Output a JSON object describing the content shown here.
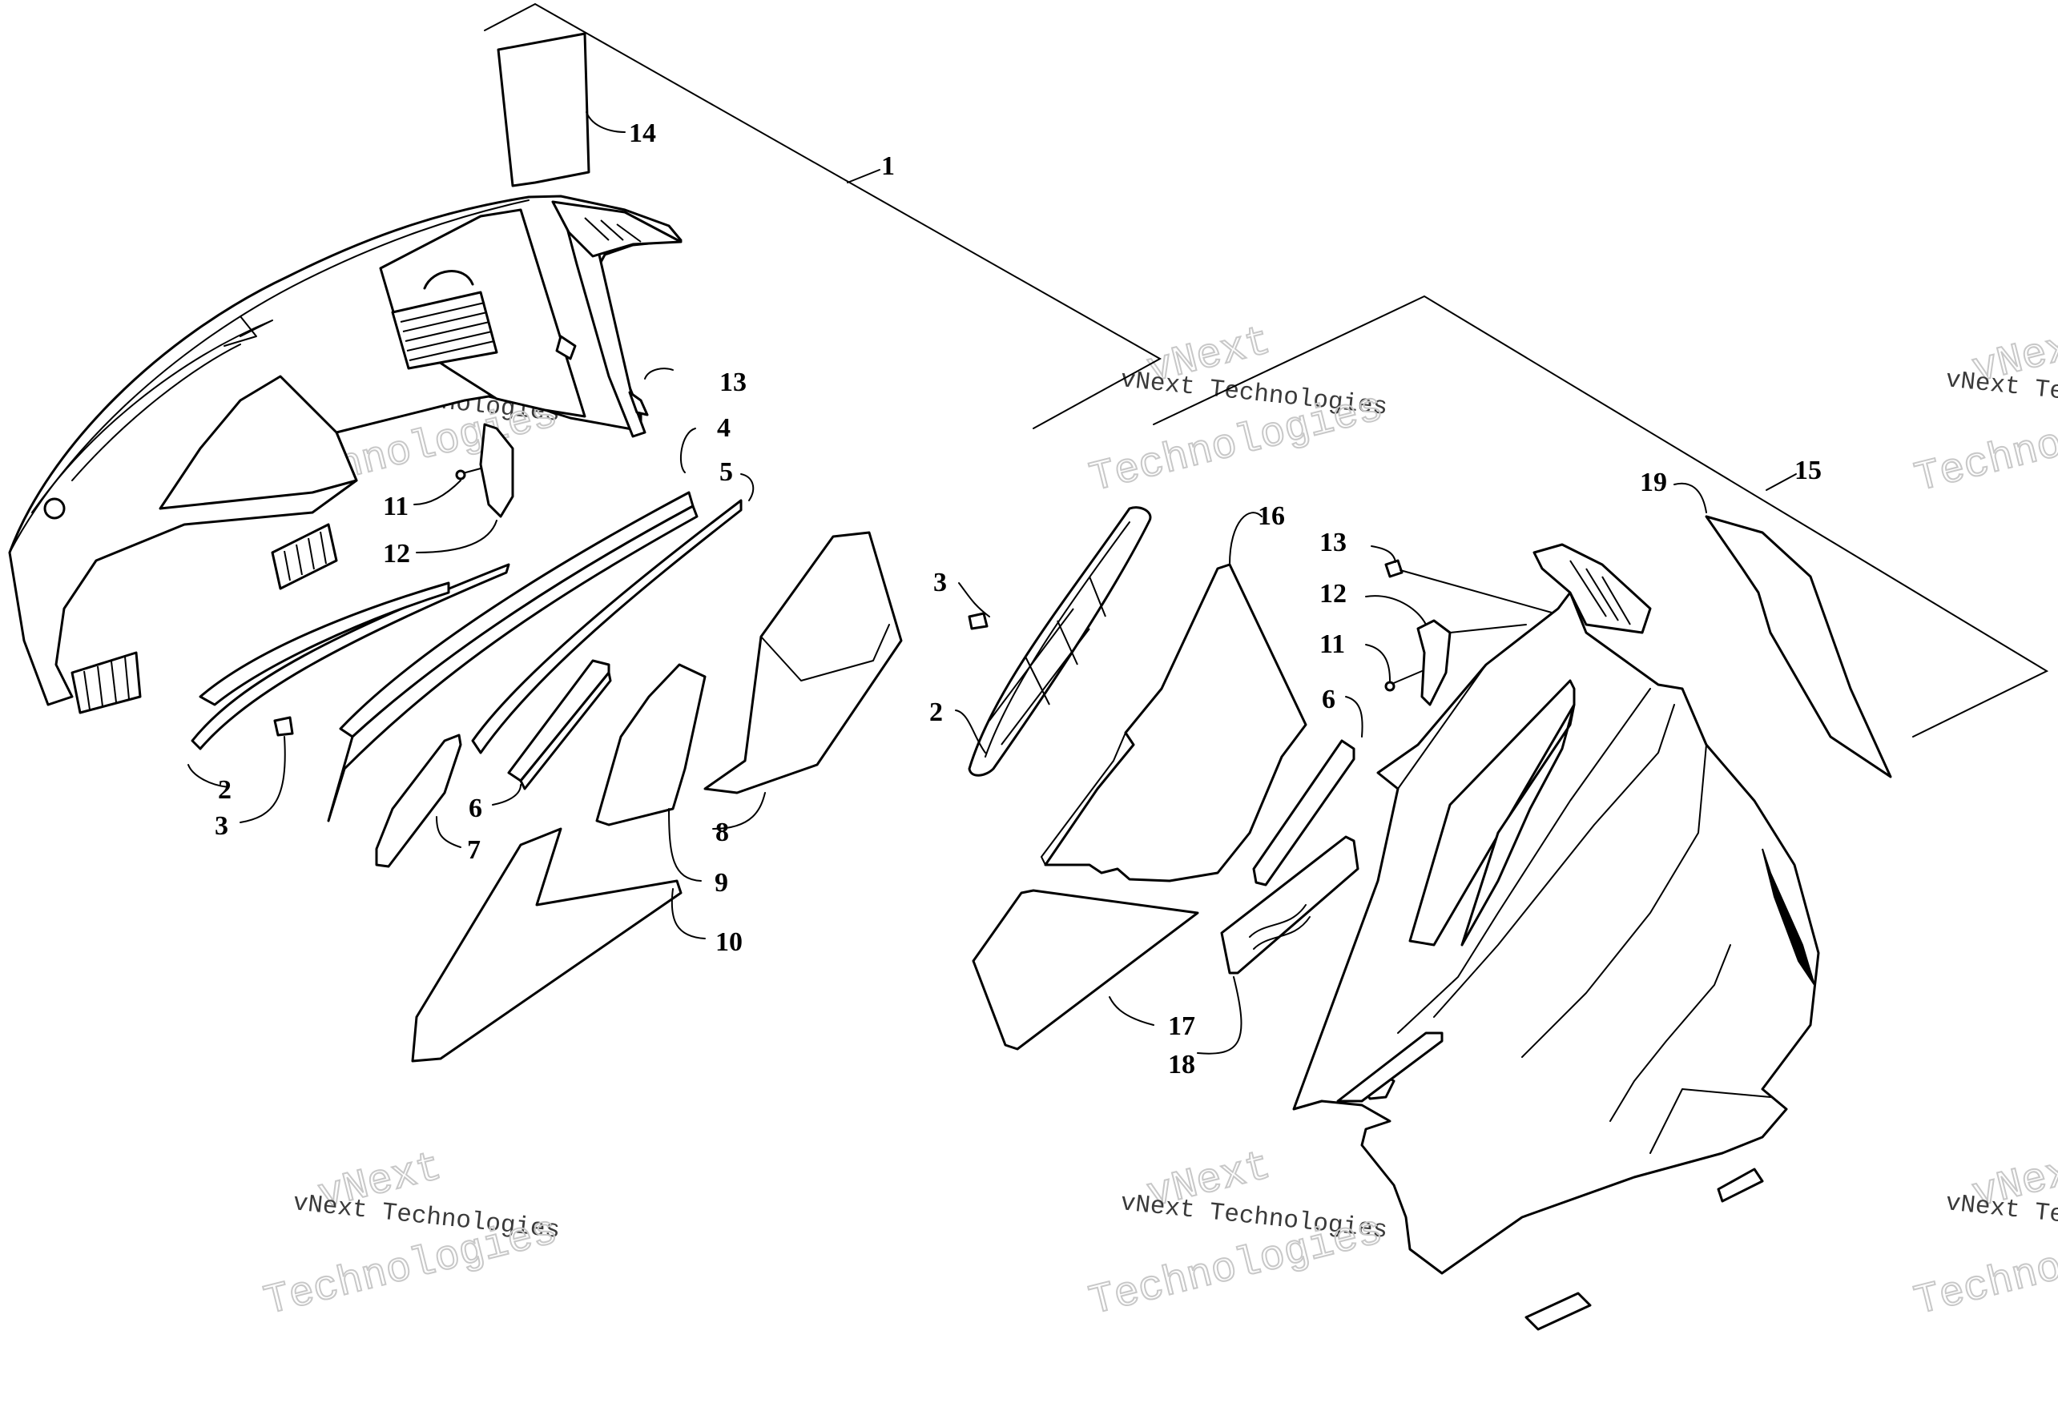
{
  "diagram": {
    "callouts": {
      "c1": "1",
      "c2a": "2",
      "c2b": "2",
      "c3a": "3",
      "c3b": "3",
      "c4": "4",
      "c5": "5",
      "c6a": "6",
      "c6b": "6",
      "c7": "7",
      "c8": "8",
      "c9": "9",
      "c10": "10",
      "c11a": "11",
      "c11b": "11",
      "c12a": "12",
      "c12b": "12",
      "c13a": "13",
      "c13b": "13",
      "c14": "14",
      "c15": "15",
      "c16": "16",
      "c17": "17",
      "c18": "18",
      "c19": "19"
    },
    "watermark": {
      "brand": "vNext",
      "company": "vNext Technologies",
      "word": "Technologies"
    }
  }
}
